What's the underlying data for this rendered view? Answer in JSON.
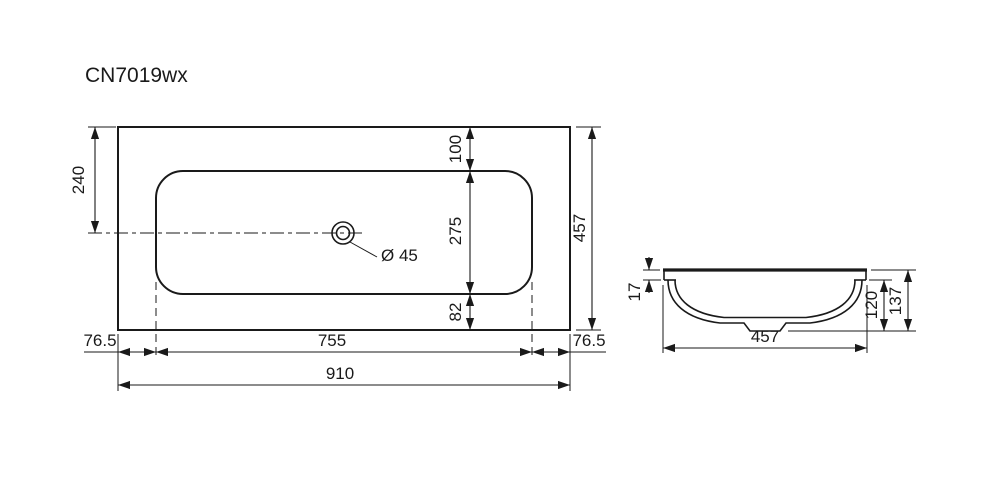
{
  "title": "CN7019wx",
  "plan_view": {
    "description": "washbasin countertop top view",
    "dims": {
      "top_to_drain_center": "240",
      "top_edge_to_basin": "100",
      "basin_depth_front_back": "275",
      "basin_to_bottom_edge": "82",
      "overall_depth": "457",
      "left_margin": "76.5",
      "basin_width": "755",
      "right_margin": "76.5",
      "overall_width": "910"
    },
    "drain_label": "Ø 45"
  },
  "section_view": {
    "description": "washbasin cross section",
    "dims": {
      "rim_thickness": "17",
      "bowl_depth": "120",
      "overall_height": "137",
      "overall_width": "457"
    }
  },
  "colors": {
    "line": "#1a1a1a",
    "background": "#ffffff"
  }
}
